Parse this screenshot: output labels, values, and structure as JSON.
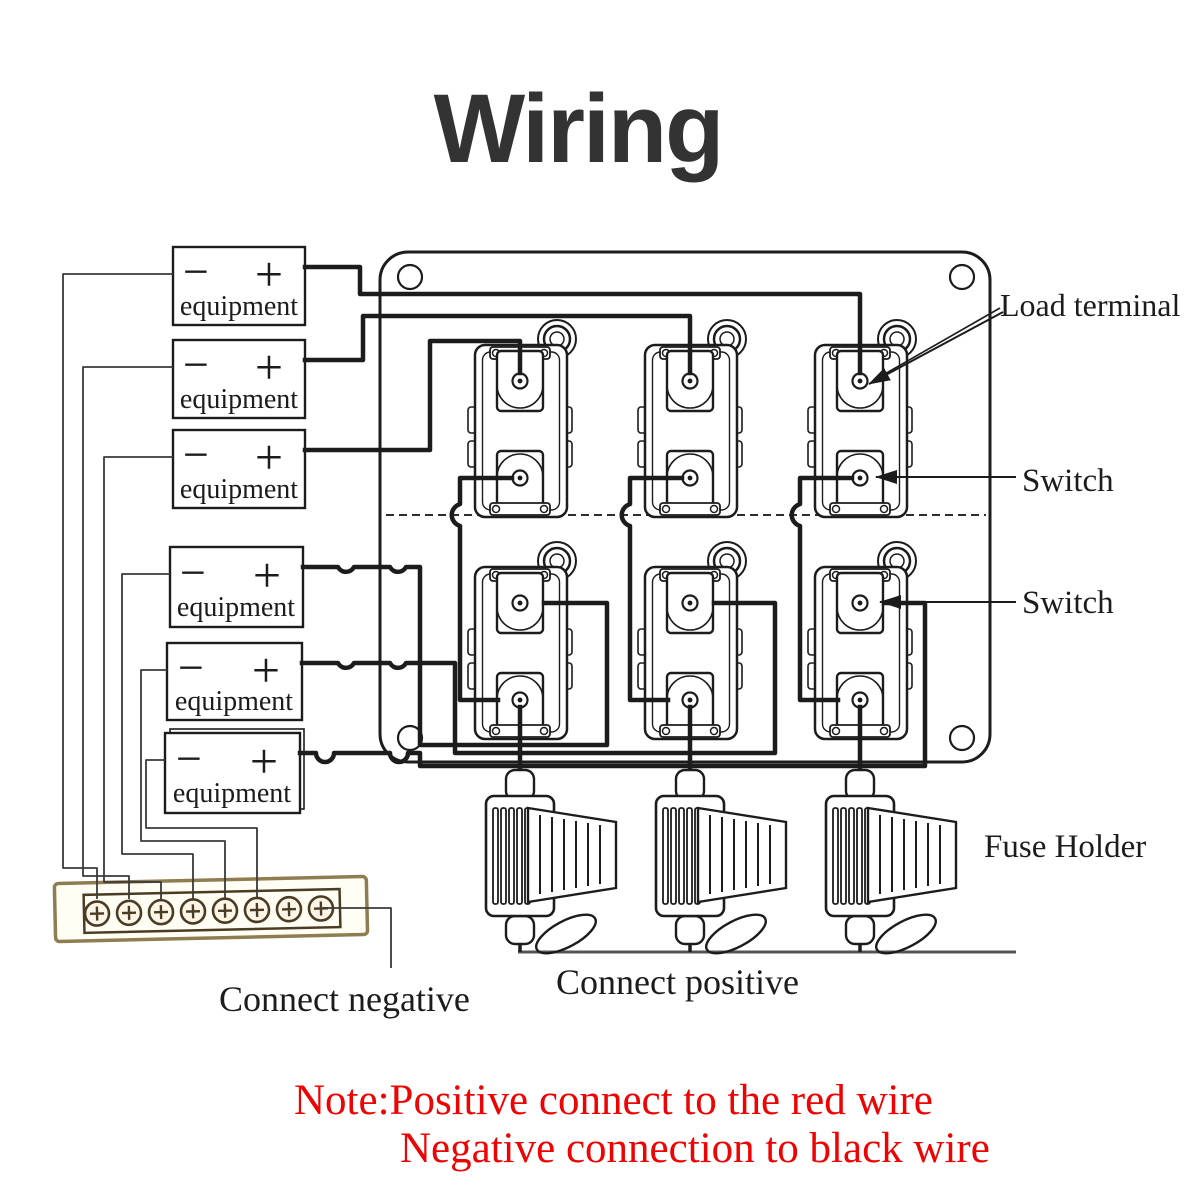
{
  "page": {
    "title": "Wiring"
  },
  "equipment_box": {
    "minus": "−",
    "plus": "+",
    "label": "equipment"
  },
  "labels": {
    "load_terminal": "Load terminal",
    "switch_upper": "Switch",
    "switch_lower": "Switch",
    "fuse_holder": "Fuse Holder",
    "connect_positive": "Connect positive",
    "connect_negative": "Connect negative"
  },
  "note": {
    "line1": "Note:Positive connect to the red wire",
    "line2": "Negative connection to black wire"
  },
  "colors": {
    "ink": "#1c1c1c",
    "title": "#333333",
    "note_red": "#ee0202",
    "bus_bar_outline": "#8f7d52",
    "bus_bar_inner": "#4a3c22",
    "positive_rail_gray": "#555555"
  }
}
